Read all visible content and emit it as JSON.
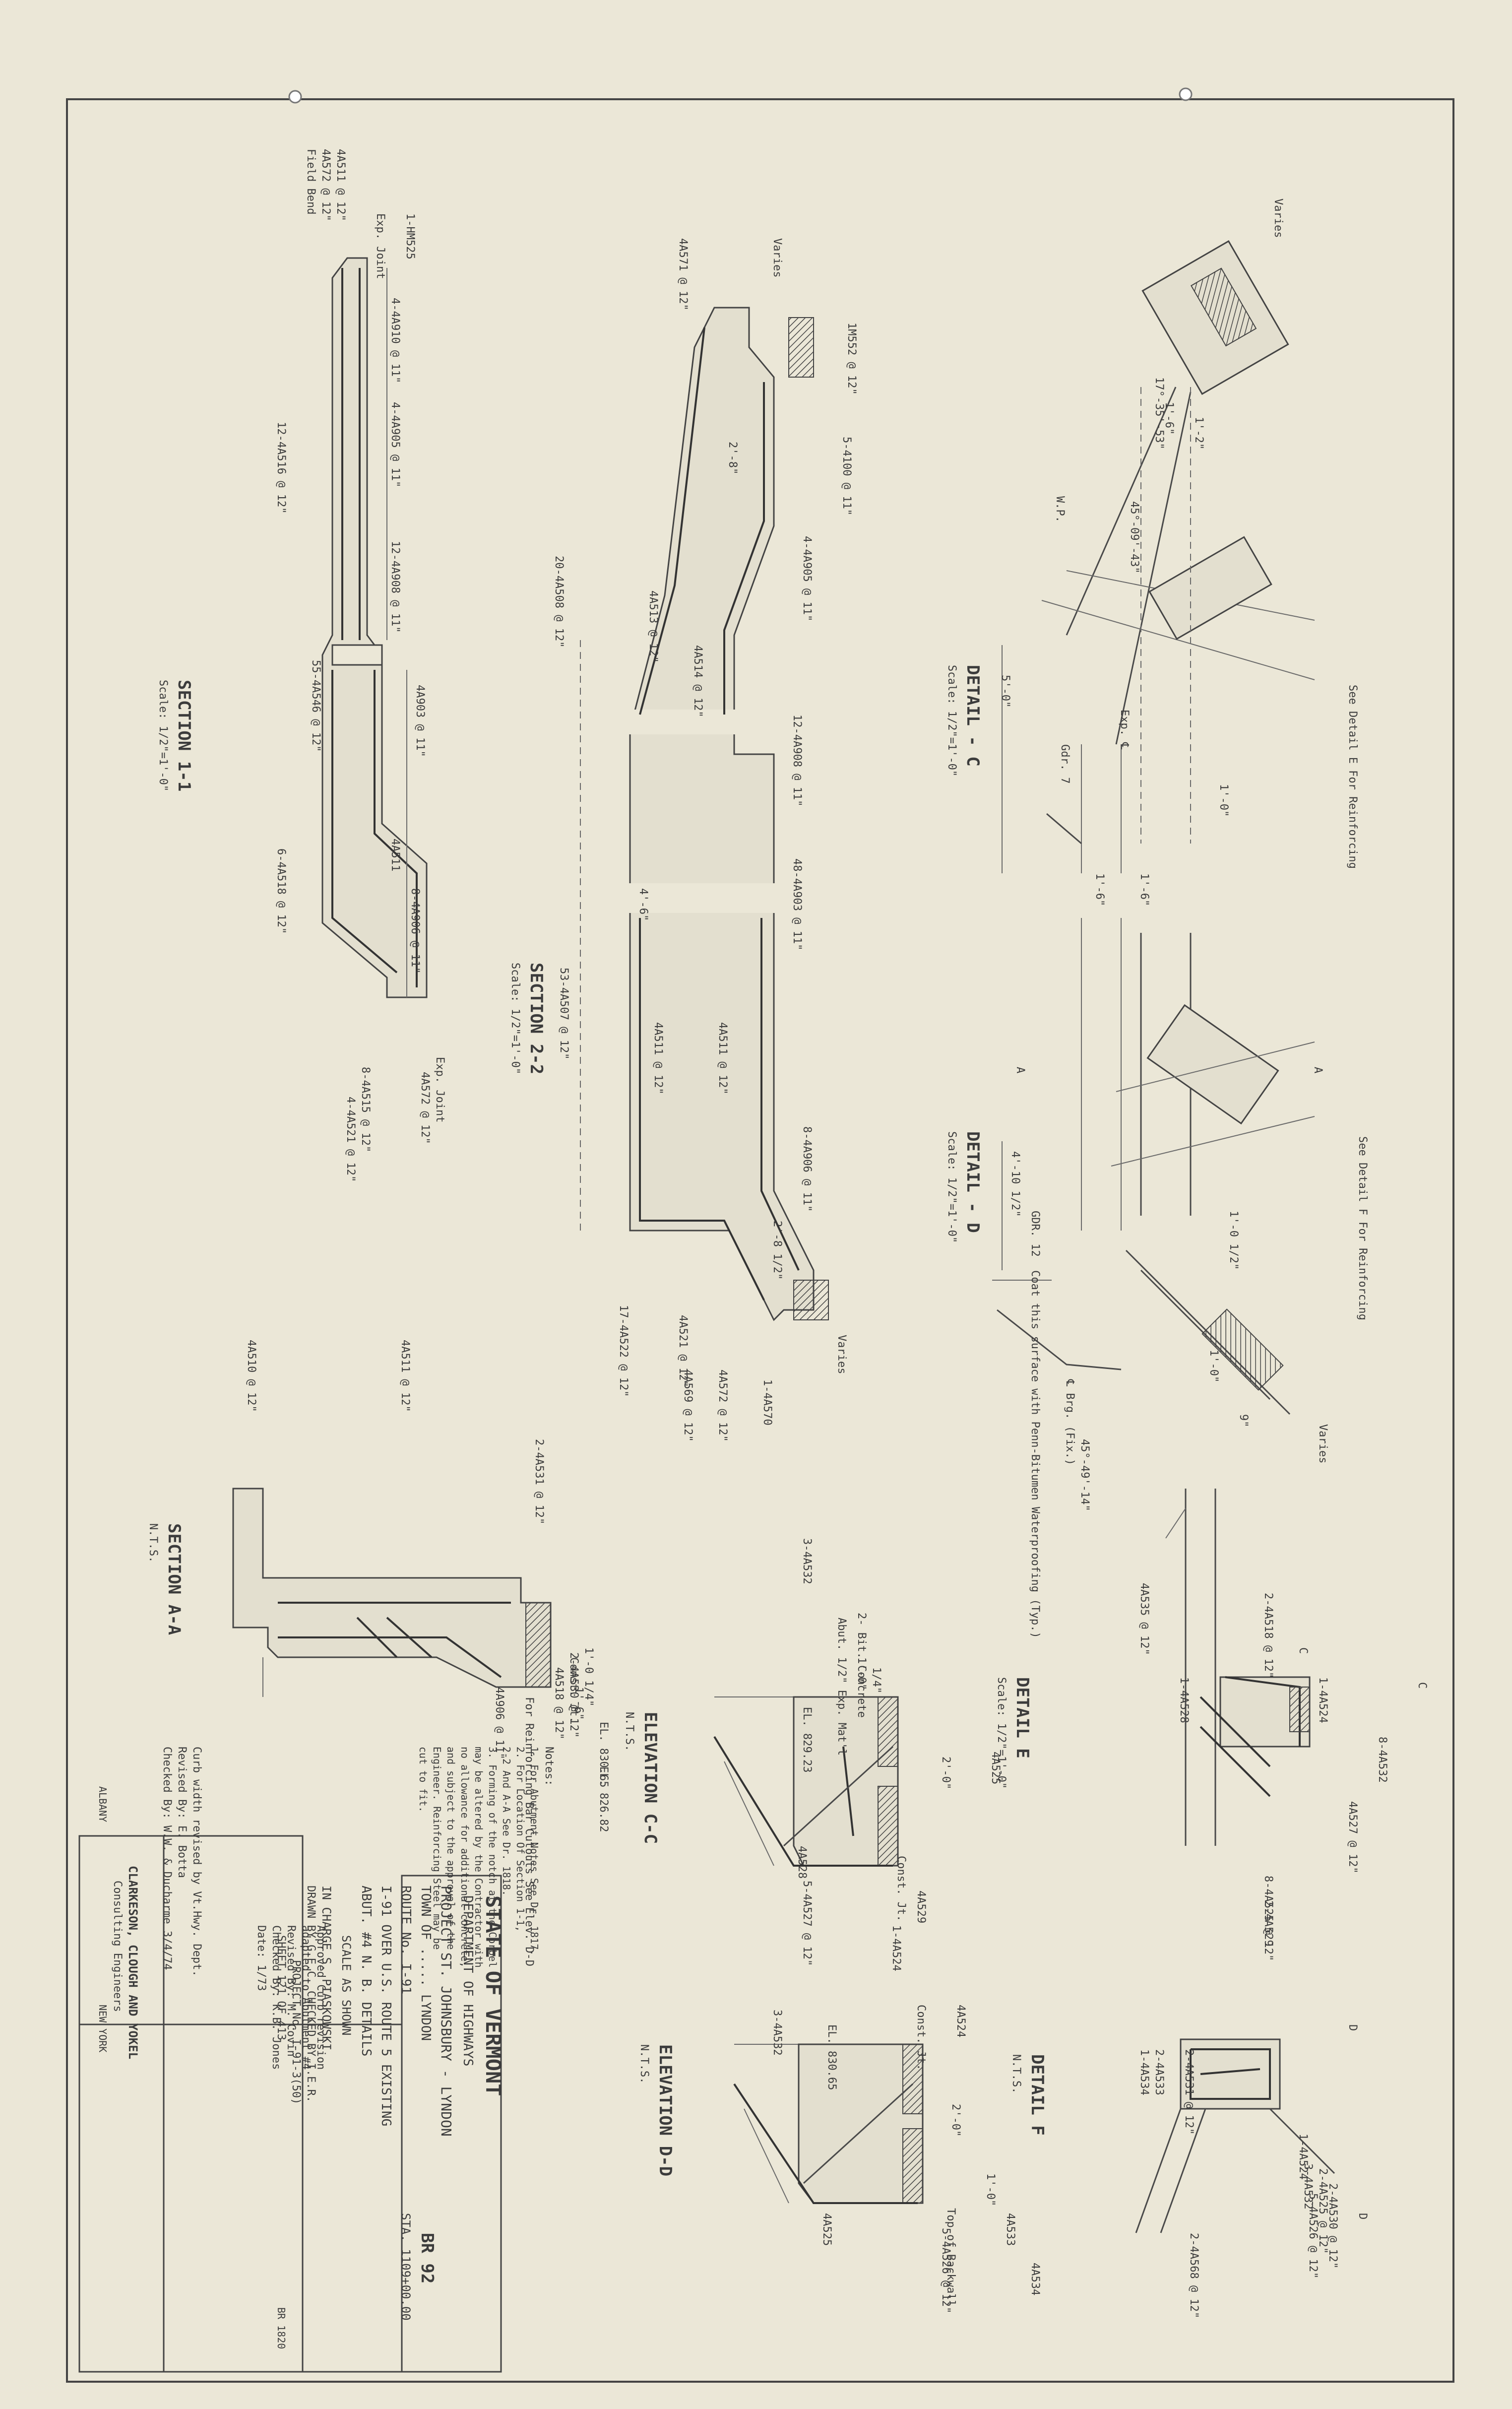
{
  "title_block": {
    "state": "STATE OF VERMONT",
    "department": "DEPARTMENT OF HIGHWAYS",
    "project": "PROJECT ST. JOHNSBURY - LYNDON",
    "town": "TOWN OF ..... LYNDON",
    "br": "BR 92",
    "route": "ROUTE No. I-91",
    "sta": "STA. 1109+00.00",
    "structure": "I-91 OVER U.S. ROUTE 5 EXISTING",
    "sheet_subject": "ABUT. #4 N. B. DETAILS",
    "scale": "SCALE AS SHOWN",
    "in_charge": "IN CHARGE S. PIASKOWSKI",
    "drawn": "DRAWN BY G.E.C. CHECKED BY I.E.R.",
    "project_no": "PROJECT No. I-91-3(50)",
    "sheet": "SHEET 121 OF 413",
    "br_no": "BR 1820"
  },
  "consultant": {
    "firm": "CLARKESON, CLOUGH AND YOKEL",
    "role": "Consulting Engineers",
    "city_left": "ALBANY",
    "city_right": "NEW YORK"
  },
  "revisions": [
    "Curb width revised by Vt.Hwy. Dept.",
    "Revised By: E. Botta",
    "Checked By: W.W. & Ducharme 3/4/74"
  ],
  "approvals": [
    "Approved Curb revision",
    "adapted to Abutment #4",
    "Revised By: M. Covin",
    "Checked By: K.B. Jones",
    "Date: 1/73"
  ],
  "notes": {
    "heading": "Notes:",
    "items": [
      "1. For Abutment Notes See Dr. 1817.",
      "2. For Location Of Section 1-1,",
      "   2-2 And A-A See Dr. 1818.",
      "3. Forming of the notch at the Corbel",
      "   may be altered by the Contractor with",
      "   no allowance for additional concrete,",
      "   and subject to the approval of the",
      "   Engineer. Reinforcing Steel may be",
      "   cut to fit."
    ]
  },
  "views": [
    {
      "title": "SECTION 1-1",
      "scale": "Scale: 1/2\"=1'-0\""
    },
    {
      "title": "SECTION 2-2",
      "scale": "Scale: 1/2\"=1'-0\""
    },
    {
      "title": "DETAIL - C",
      "scale": "Scale: 1/2\"=1'-0\""
    },
    {
      "title": "DETAIL - D",
      "scale": "Scale: 1/2\"=1'-0\""
    },
    {
      "title": "SECTION A-A",
      "scale": "N.T.S."
    },
    {
      "title": "ELEVATION C-C",
      "scale": "N.T.S."
    },
    {
      "title": "DETAIL E",
      "scale": "Scale: 1/2\"=1'-0\""
    },
    {
      "title": "ELEVATION D-D",
      "scale": "N.T.S."
    },
    {
      "title": "DETAIL F",
      "scale": "N.T.S."
    }
  ],
  "callouts": {
    "s11": [
      "4A511 @ 12\"",
      "4A572 @ 12\"",
      "Field Bend",
      "Exp. Joint",
      "1-HM525",
      "4-4A910 @ 11\"",
      "4-4A905 @ 11\"",
      "12-4A516 @ 12\"",
      "12-4A908 @ 11\"",
      "55-4A546 @ 12\"",
      "4A903 @ 11\"",
      "4A511",
      "6-4A518 @ 12\"",
      "8-4A906 @ 11\"",
      "Exp. Joint",
      "4A572 @ 12\"",
      "8-4A515 @ 12\"",
      "4-4A521 @ 12\""
    ],
    "s22": [
      "Varies",
      "4A571 @ 12\"",
      "1M552 @ 12\"",
      "5-4100 @ 11\"",
      "2'-8\"",
      "4-4A905 @ 11\"",
      "20-4A508 @ 12\"",
      "4A513 @ 12\"",
      "4A514 @ 12\"",
      "12-4A908 @ 11\"",
      "4'-6\"",
      "48-4A903 @ 11\"",
      "53-4A507 @ 12\"",
      "4A511 @ 12\"",
      "4A511 @ 12\"",
      "8-4A906 @ 11\"",
      "2'-8 1/2\"",
      "4A521 @ 12\"",
      "17-4A522 @ 12\"",
      "4A569 @ 12\"",
      "4A572 @ 12\"",
      "1-4A570",
      "Varies"
    ],
    "dc": [
      "Varies",
      "1'-2\"",
      "1'-6\"",
      "17°-35'-53\"",
      "45°-09'-43\"",
      "W.P.",
      "5'-0\"",
      "1'-0\"",
      "Exp. ℄",
      "Gdr. 7",
      "1'-6\"",
      "1'-6\"",
      "See Detail E For Reinforcing"
    ],
    "dd": [
      "A",
      "A",
      "See Detail F For Reinforcing",
      "4'-10 1/2\"",
      "GDR. 12",
      "1'-0 1/2\"",
      "1'-0\"",
      "9\"",
      "Varies",
      "45°-49'-14\"",
      "Coat this surface with Penn-Bitumen Waterproofing (Typ.)",
      "℄ Brg. (Fix.)"
    ],
    "saa": [
      "4A510 @ 12\"",
      "4A511 @ 12\"",
      "2-4A531 @ 12\"",
      "2-4A530 @ 12\"",
      "1'-6\"",
      "EL. 826.82",
      "EL. 830.65",
      "1'-0 1/4\"",
      "Const. Jt.",
      "4A518 @ 12\"",
      "For Reinforcing Bar Cutouts See Elev. D-D",
      "4A906 @ 11\""
    ],
    "ecc": [
      "3-4A532",
      "2- Bit. Concrete",
      "Abut. 1/2\" Exp. Mat'l",
      "1'-0\"",
      "1/4\"",
      "EL. 829.23",
      "2'-0\"",
      "4A525",
      "4A528",
      "Const. Jt.",
      "4A529",
      "5-4A527 @ 12\"",
      "1-4A524"
    ],
    "de": [
      "C",
      "C",
      "2-4A518 @ 12\"",
      "4A535 @ 12\"",
      "1-4A524",
      "1-4A528",
      "8-4A525 @ 12\"",
      "2-4A529",
      "4A527 @ 12\"",
      "8-4A532"
    ],
    "edd": [
      "3-4A532",
      "Const. Jt.",
      "4A524",
      "EL. 830.65",
      "2'-0\"",
      "1'-0\"",
      "4A533",
      "Top of Backwall",
      "5-4A526 @ 12\"",
      "4A525",
      "4A534"
    ],
    "df": [
      "D",
      "D",
      "1-4A534",
      "2-4A533",
      "2-4A531 @ 12\"",
      "1-4A524",
      "3-4A532",
      "2-4A525 @ 12\"",
      "2-4A530 @ 12\"",
      "5-4A526 @ 12\"",
      "2-4A568 @ 12\""
    ]
  }
}
